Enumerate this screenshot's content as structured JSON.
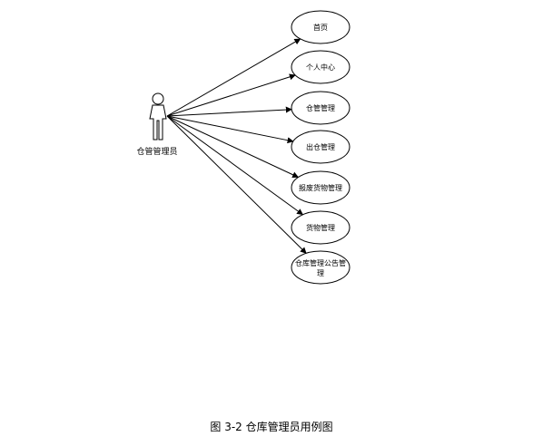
{
  "diagram": {
    "actor": {
      "label": "仓管管理员",
      "icon": "stick-figure-actor-icon"
    },
    "use_cases": [
      {
        "label": "首页"
      },
      {
        "label": "个人中心"
      },
      {
        "label": "仓管管理"
      },
      {
        "label": "出仓管理"
      },
      {
        "label": "报废货物管理"
      },
      {
        "label": "货物管理"
      },
      {
        "label": "仓库管理公告管理"
      }
    ],
    "caption": "图 3-2 仓库管理员用例图",
    "colors": {
      "stroke": "#000000",
      "background": "#ffffff"
    }
  }
}
